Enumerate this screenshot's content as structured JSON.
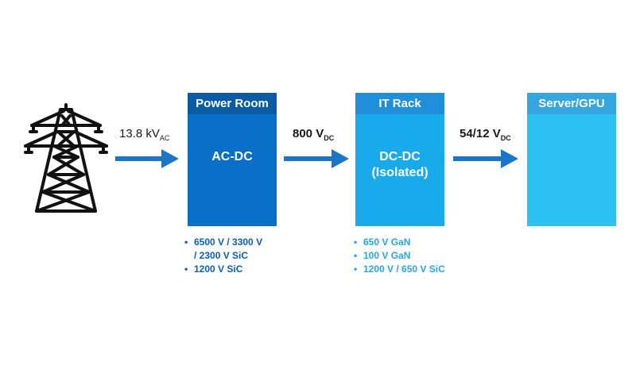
{
  "colors": {
    "arrow": "#1a76c8",
    "tower": "#111111",
    "power_room_header": "#0b5aa5",
    "power_room_body": "#0a6fc6",
    "it_rack_header": "#1f8fd9",
    "it_rack_body": "#18aaeb",
    "server_header": "#35a6df",
    "server_body": "#2ec2f3"
  },
  "input": {
    "voltage": "13.8 kV",
    "subscript": "AC"
  },
  "bus1": {
    "voltage": "800 V",
    "subscript": "DC"
  },
  "bus2": {
    "voltage": "54/12 V",
    "subscript": "DC"
  },
  "stages": [
    {
      "header": "Power Room",
      "body_line1": "AC-DC",
      "body_line2": ""
    },
    {
      "header": "IT Rack",
      "body_line1": "DC-DC",
      "body_line2": "(Isolated)"
    },
    {
      "header": "Server/GPU",
      "body_line1": "",
      "body_line2": ""
    }
  ],
  "notes": {
    "power_room": [
      {
        "text": "6500 V / 3300 V",
        "bullet": true
      },
      {
        "text": "/ 2300 V SiC",
        "bullet": false
      },
      {
        "text": "1200 V SiC",
        "bullet": true
      }
    ],
    "it_rack": [
      {
        "text": "650 V GaN",
        "bullet": true
      },
      {
        "text": "100 V GaN",
        "bullet": true
      },
      {
        "text": "1200 V / 650 V SiC",
        "bullet": true
      }
    ]
  },
  "bullet_char": "•",
  "icons": {
    "source": "transmission-tower-icon"
  }
}
